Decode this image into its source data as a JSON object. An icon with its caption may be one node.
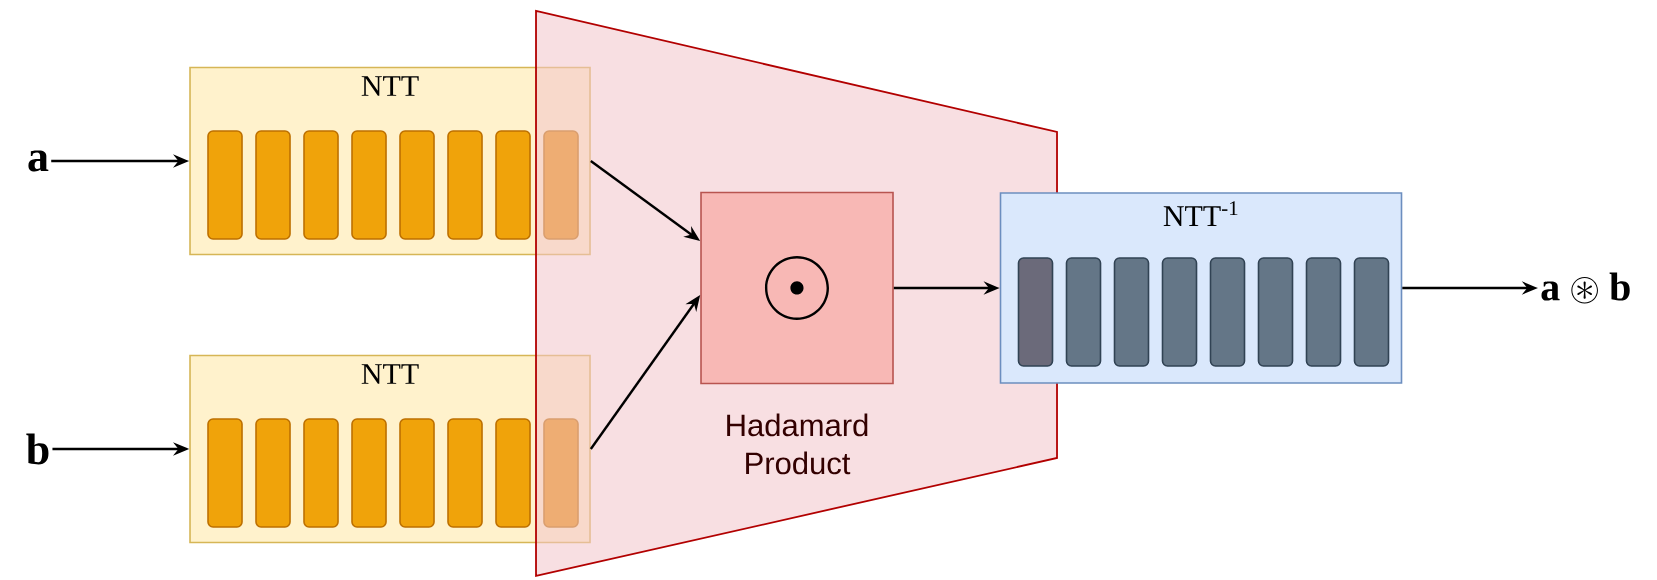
{
  "diagram": {
    "nodes": [
      {
        "text": [
          "\\mathbf{a}"
        ]
      },
      {
        "text": [
          "NTT"
        ]
      },
      {
        "text": [
          "\\mathbf{b}"
        ]
      },
      {
        "text": [
          "NTT"
        ]
      },
      {
        "text": [
          "Hadamard Product"
        ]
      },
      {
        "text": [
          "\\odot"
        ],
        "in": 4
      },
      {
        "text": [
          "NTT$^{-1}$"
        ]
      },
      {
        "text": [
          "\\mathbf{a}\\circledast\\mathbf{b}"
        ]
      }
    ],
    "edges": [
      {
        "from": 0,
        "to": 1,
        "arrow": "to"
      },
      {
        "from": 2,
        "to": 3,
        "arrow": "to"
      },
      {
        "from": 1,
        "to": 5,
        "arrow": "to"
      },
      {
        "from": 3,
        "to": 5,
        "arrow": "to"
      },
      {
        "from": 5,
        "to": 6,
        "arrow": "to"
      },
      {
        "from": 6,
        "to": 7,
        "arrow": "to"
      }
    ]
  }
}
